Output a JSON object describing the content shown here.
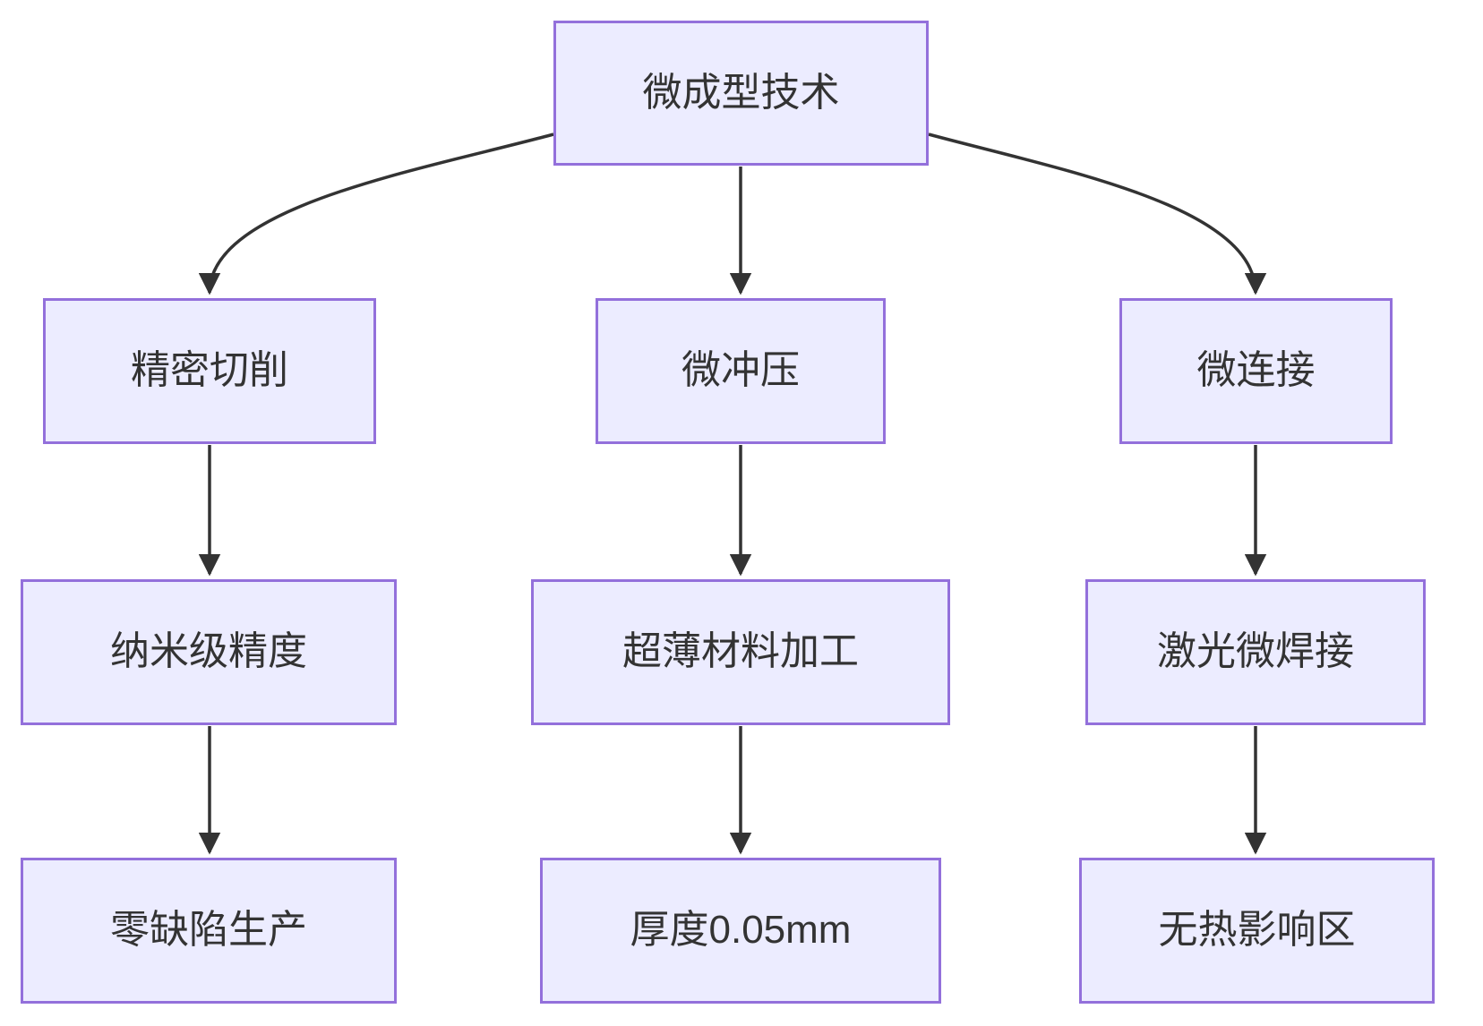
{
  "diagram": {
    "type": "flowchart",
    "direction": "top-down",
    "colors": {
      "node_fill": "#ECECFF",
      "node_border": "#9370DB",
      "edge_line": "#333333",
      "text": "#333333",
      "background": "#FFFFFF"
    },
    "nodes": {
      "root": {
        "label": "微成型技术"
      },
      "branch_cutting": {
        "label": "精密切削"
      },
      "branch_stamping": {
        "label": "微冲压"
      },
      "branch_joining": {
        "label": "微连接"
      },
      "feature_cutting": {
        "label": "纳米级精度"
      },
      "feature_stamping": {
        "label": "超薄材料加工"
      },
      "feature_joining": {
        "label": "激光微焊接"
      },
      "result_cutting": {
        "label": "零缺陷生产"
      },
      "result_stamping": {
        "label": "厚度0.05mm"
      },
      "result_joining": {
        "label": "无热影响区"
      }
    },
    "edges": [
      {
        "from": "微成型技术",
        "to": "精密切削"
      },
      {
        "from": "微成型技术",
        "to": "微冲压"
      },
      {
        "from": "微成型技术",
        "to": "微连接"
      },
      {
        "from": "精密切削",
        "to": "纳米级精度"
      },
      {
        "from": "微冲压",
        "to": "超薄材料加工"
      },
      {
        "from": "微连接",
        "to": "激光微焊接"
      },
      {
        "from": "纳米级精度",
        "to": "零缺陷生产"
      },
      {
        "from": "超薄材料加工",
        "to": "厚度0.05mm"
      },
      {
        "from": "激光微焊接",
        "to": "无热影响区"
      }
    ]
  }
}
